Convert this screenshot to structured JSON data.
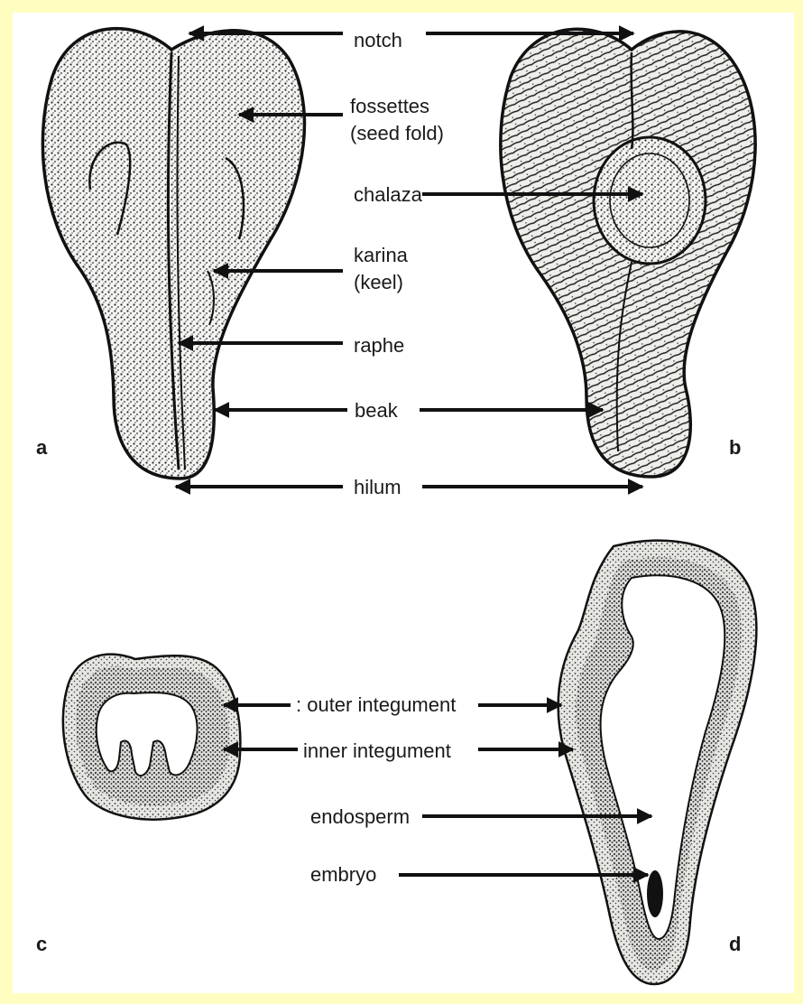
{
  "colors": {
    "frame": "#fffdc0",
    "panel": "#ffffff",
    "ink": "#111111",
    "stipple": "#3a3a3a"
  },
  "panels": {
    "a": "a",
    "b": "b",
    "c": "c",
    "d": "d"
  },
  "labels": {
    "notch": "notch",
    "fossettes_1": "fossettes",
    "fossettes_2": "(seed fold)",
    "chalaza": "chalaza",
    "karina_1": "karina",
    "karina_2": "(keel)",
    "raphe": "raphe",
    "beak": "beak",
    "hilum": "hilum",
    "outer_integument": ": outer integument",
    "inner_integument": "inner integument",
    "endosperm": "endosperm",
    "embryo": "embryo"
  }
}
